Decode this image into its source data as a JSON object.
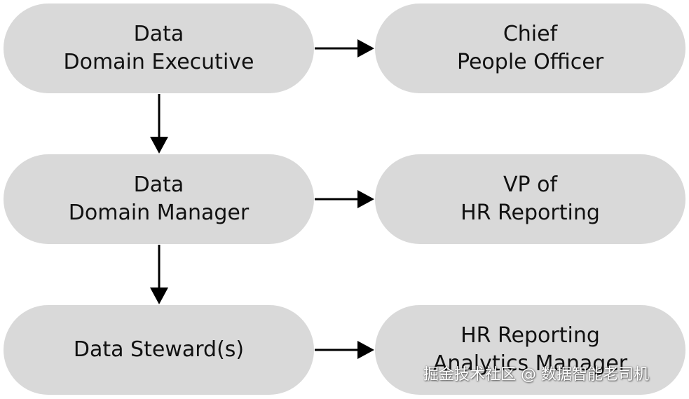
{
  "colors": {
    "node_fill": "#d9d9d9",
    "text": "#111111",
    "arrow": "#000000",
    "background": "#ffffff"
  },
  "nodes": {
    "left": [
      {
        "lines": [
          "Data",
          "Domain Executive"
        ]
      },
      {
        "lines": [
          "Data",
          "Domain Manager"
        ]
      },
      {
        "lines": [
          "Data Steward(s)"
        ]
      }
    ],
    "right": [
      {
        "lines": [
          "Chief",
          "People Officer"
        ]
      },
      {
        "lines": [
          "VP of",
          "HR Reporting"
        ]
      },
      {
        "lines": [
          "HR Reporting",
          "Analytics Manager"
        ]
      }
    ]
  },
  "edges": [
    {
      "from": "Data Domain Executive",
      "to": "Chief People Officer"
    },
    {
      "from": "Data Domain Executive",
      "to": "Data Domain Manager"
    },
    {
      "from": "Data Domain Manager",
      "to": "VP of HR Reporting"
    },
    {
      "from": "Data Domain Manager",
      "to": "Data Steward(s)"
    },
    {
      "from": "Data Steward(s)",
      "to": "HR Reporting Analytics Manager"
    }
  ],
  "watermark": "掘金技术社区 @ 数据智能老司机"
}
